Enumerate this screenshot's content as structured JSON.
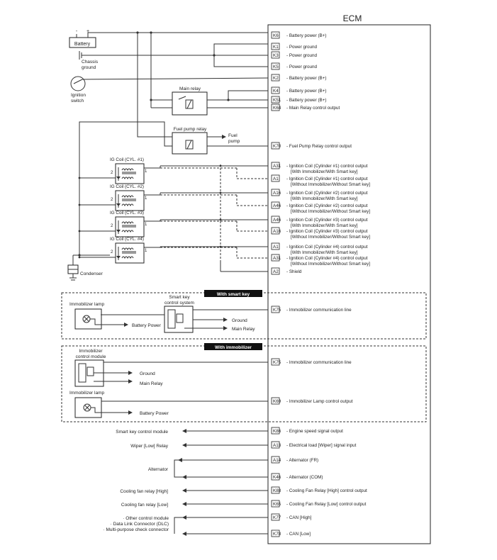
{
  "ecm": {
    "title": "ECM",
    "pins": [
      {
        "code": "K6",
        "label": "Battery power (B+)"
      },
      {
        "code": "K1",
        "label": "Power ground"
      },
      {
        "code": "K3",
        "label": "Power ground"
      },
      {
        "code": "K5",
        "label": "Power ground"
      },
      {
        "code": "K2",
        "label": "Battery power (B+)"
      },
      {
        "code": "K4",
        "label": "Battery power (B+)"
      },
      {
        "code": "K51",
        "label": "Battery power (B+)"
      },
      {
        "code": "K64",
        "label": "Main Relay control output"
      },
      {
        "code": "K70",
        "label": "Fuel Pump Relay control output"
      },
      {
        "code": "A31",
        "label": "Ignition Coil (Cylinder #1) control output",
        "sub": "[With Immobilizer/With Smart key]"
      },
      {
        "code": "A1",
        "label": "Ignition Coil (Cylinder #1) control output",
        "sub": "[Without Immobilizer/Without Smart key]"
      },
      {
        "code": "A16",
        "label": "Ignition Coil (Cylinder #2) control output",
        "sub": "[With Immobilizer/With Smart key]"
      },
      {
        "code": "A46",
        "label": "Ignition Coil (Cylinder #2) control output",
        "sub": "[Without Immobilizer/Without Smart key]"
      },
      {
        "code": "A46",
        "label": "Ignition Coil (Cylinder #3) control output",
        "sub": "[With Immobilizer/With Smart key]"
      },
      {
        "code": "A16",
        "label": "Ignition Coil (Cylinder #3) control output",
        "sub": "[Without Immobilizer/Without Smart key]"
      },
      {
        "code": "A1",
        "label": "Ignition Coil (Cylinder #4) control output",
        "sub": "[With Immobilizer/With Smart key]"
      },
      {
        "code": "A31",
        "label": "Ignition Coil (Cylinder #4) control output",
        "sub": "[Without Immobilizer/Without Smart key]"
      },
      {
        "code": "A2",
        "label": "Shield"
      },
      {
        "code": "K75",
        "label": "Immobilizer communication line"
      },
      {
        "code": "K75",
        "label": "Immobilizer communication line"
      },
      {
        "code": "K69",
        "label": "Immobilizer Lamp control output"
      },
      {
        "code": "K86",
        "label": "Engine speed signal output"
      },
      {
        "code": "A13",
        "label": "Electrical load [Wiper] signal input"
      },
      {
        "code": "A14",
        "label": "Alternator (FR)"
      },
      {
        "code": "K46",
        "label": "Alternator (COM)"
      },
      {
        "code": "K88",
        "label": "Cooling Fan Relay [High] control output"
      },
      {
        "code": "K65",
        "label": "Cooling Fan Relay [Low] control output"
      },
      {
        "code": "K77",
        "label": "CAN [High]"
      },
      {
        "code": "K78",
        "label": "CAN [Low]"
      }
    ]
  },
  "components": {
    "battery": "Battery",
    "battery_minus": "-",
    "battery_plus": "+",
    "chassis_ground": [
      "Chassis",
      "ground"
    ],
    "ignition_switch": [
      "Ignition",
      "switch"
    ],
    "main_relay": "Main relay",
    "fuel_pump_relay": "Fuel pump relay",
    "fuel_pump": [
      "Fuel",
      "pump"
    ],
    "ig_coils": [
      "IG Coil (CYL. #1)",
      "IG Coil (CYL. #2)",
      "IG Coil (CYL. #3)",
      "IG Coil (CYL. #4)"
    ],
    "coil_pin_1": "1",
    "coil_pin_2": "2",
    "condenser": "Condenser"
  },
  "smart_key_section": {
    "banner": "With smart key",
    "lamp": "Immobilizer lamp",
    "lamp_power": "Battery Power",
    "module": [
      "Smart key",
      "control system"
    ],
    "ground": "Ground",
    "main_relay": "Main Relay"
  },
  "immobilizer_section": {
    "banner": "With immobilizer",
    "module": [
      "Immobilizer",
      "control module"
    ],
    "ground": "Ground",
    "main_relay": "Main Relay",
    "lamp": "Immobilizer lamp",
    "lamp_power": "Battery Power"
  },
  "external": {
    "smart_key_module": "Smart key control module",
    "wiper_relay": "Wiper [Low] Relay",
    "alternator": "Alternator",
    "fan_high": "Cooling fan relay [High]",
    "fan_low": "Cooling fan relay [Low]",
    "can_targets": [
      "· Other control module",
      "· Data Link Connector (DLC)",
      "· Multi-purpose check connector"
    ]
  }
}
